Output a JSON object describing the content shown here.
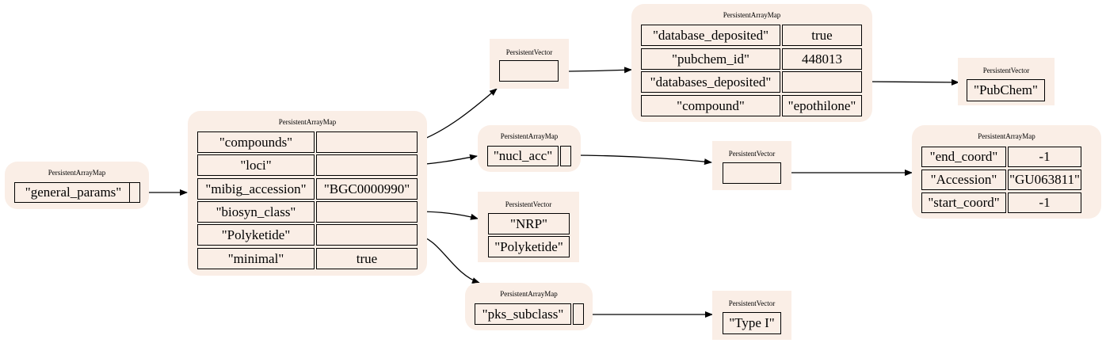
{
  "nodes": {
    "root": {
      "title": "PersistentArrayMap",
      "key": "\"general_params\""
    },
    "params": {
      "title": "PersistentArrayMap",
      "rows": [
        {
          "key": "\"compounds\"",
          "value": ""
        },
        {
          "key": "\"loci\"",
          "value": ""
        },
        {
          "key": "\"mibig_accession\"",
          "value": "\"BGC0000990\""
        },
        {
          "key": "\"biosyn_class\"",
          "value": ""
        },
        {
          "key": "\"Polyketide\"",
          "value": ""
        },
        {
          "key": "\"minimal\"",
          "value": "true"
        }
      ]
    },
    "compounds_vec": {
      "title": "PersistentVector"
    },
    "compound_map": {
      "title": "PersistentArrayMap",
      "rows": [
        {
          "key": "\"database_deposited\"",
          "value": "true"
        },
        {
          "key": "\"pubchem_id\"",
          "value": "448013"
        },
        {
          "key": "\"databases_deposited\"",
          "value": ""
        },
        {
          "key": "\"compound\"",
          "value": "\"epothilone\""
        }
      ]
    },
    "db_vec": {
      "title": "PersistentVector",
      "items": [
        "\"PubChem\""
      ]
    },
    "loci_map": {
      "title": "PersistentArrayMap",
      "key": "\"nucl_acc\""
    },
    "loci_vec": {
      "title": "PersistentVector"
    },
    "acc_map": {
      "title": "PersistentArrayMap",
      "rows": [
        {
          "key": "\"end_coord\"",
          "value": "-1"
        },
        {
          "key": "\"Accession\"",
          "value": "\"GU063811\""
        },
        {
          "key": "\"start_coord\"",
          "value": "-1"
        }
      ]
    },
    "class_vec": {
      "title": "PersistentVector",
      "items": [
        "\"NRP\"",
        "\"Polyketide\""
      ]
    },
    "pks_map": {
      "title": "PersistentArrayMap",
      "key": "\"pks_subclass\""
    },
    "pks_vec": {
      "title": "PersistentVector",
      "items": [
        "\"Type I\""
      ]
    }
  }
}
